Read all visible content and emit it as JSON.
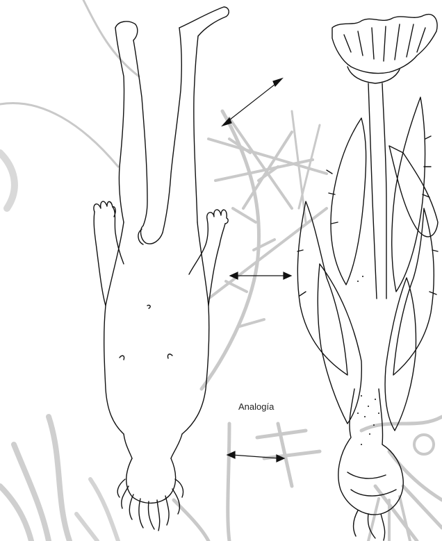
{
  "diagram": {
    "caption": "Analogía",
    "colors": {
      "line": "#111111",
      "background_plants": "#c9c9c9",
      "background": "#ffffff"
    },
    "figures": [
      "inverted-human-figure",
      "mandrake-plant"
    ],
    "arrows": [
      "double-arrow-top",
      "double-arrow-middle",
      "double-arrow-bottom"
    ]
  }
}
